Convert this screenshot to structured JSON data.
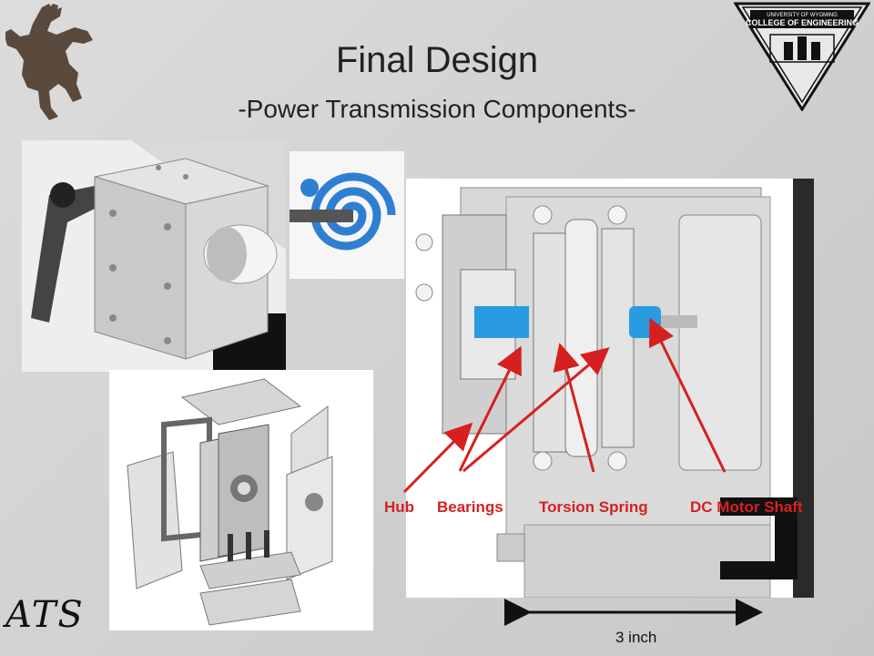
{
  "slide": {
    "title": "Final Design",
    "subtitle": "-Power Transmission Components-",
    "logo_left_text": "ATS",
    "seal_text": "UNIVERSITY OF WYOMING COLLEGE OF ENGINEERING"
  },
  "callouts": {
    "hub": "Hub",
    "bearings": "Bearings",
    "torsion_spring": "Torsion Spring",
    "dc_motor_shaft": "DC Motor Shaft"
  },
  "scale_label": "3 inch",
  "colors": {
    "callout": "#d62020",
    "spring_blue": "#2e7fd1",
    "shaft_blue": "#2a9be0"
  }
}
